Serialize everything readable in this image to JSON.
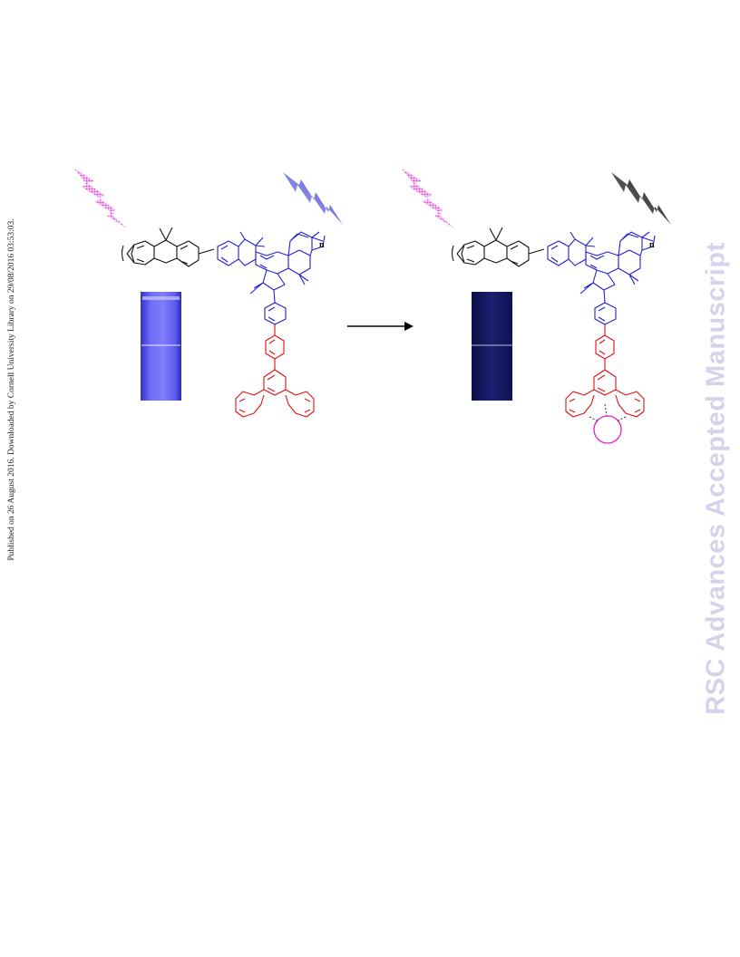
{
  "side_note": "Published on 26 August 2016. Downloaded by Cornell University Library on 29/08/2016 03:53:03.",
  "watermark": "RSC Advances Accepted Manuscript",
  "left_structure": {
    "subscript": "n"
  },
  "right_structure": {
    "subscript": "n"
  },
  "colors": {
    "lightning_magenta": "#e040d8",
    "lightning_blue": "#5a5ad8",
    "lightning_black": "#1a1a1a",
    "fluorene_unit": "#111111",
    "truxene_unit": "#2020d0",
    "terpyridine_unit": "#e01010",
    "metal_ion": "#e020d0",
    "vial_emissive": "#5a55f0",
    "vial_quenched": "#141a60"
  }
}
